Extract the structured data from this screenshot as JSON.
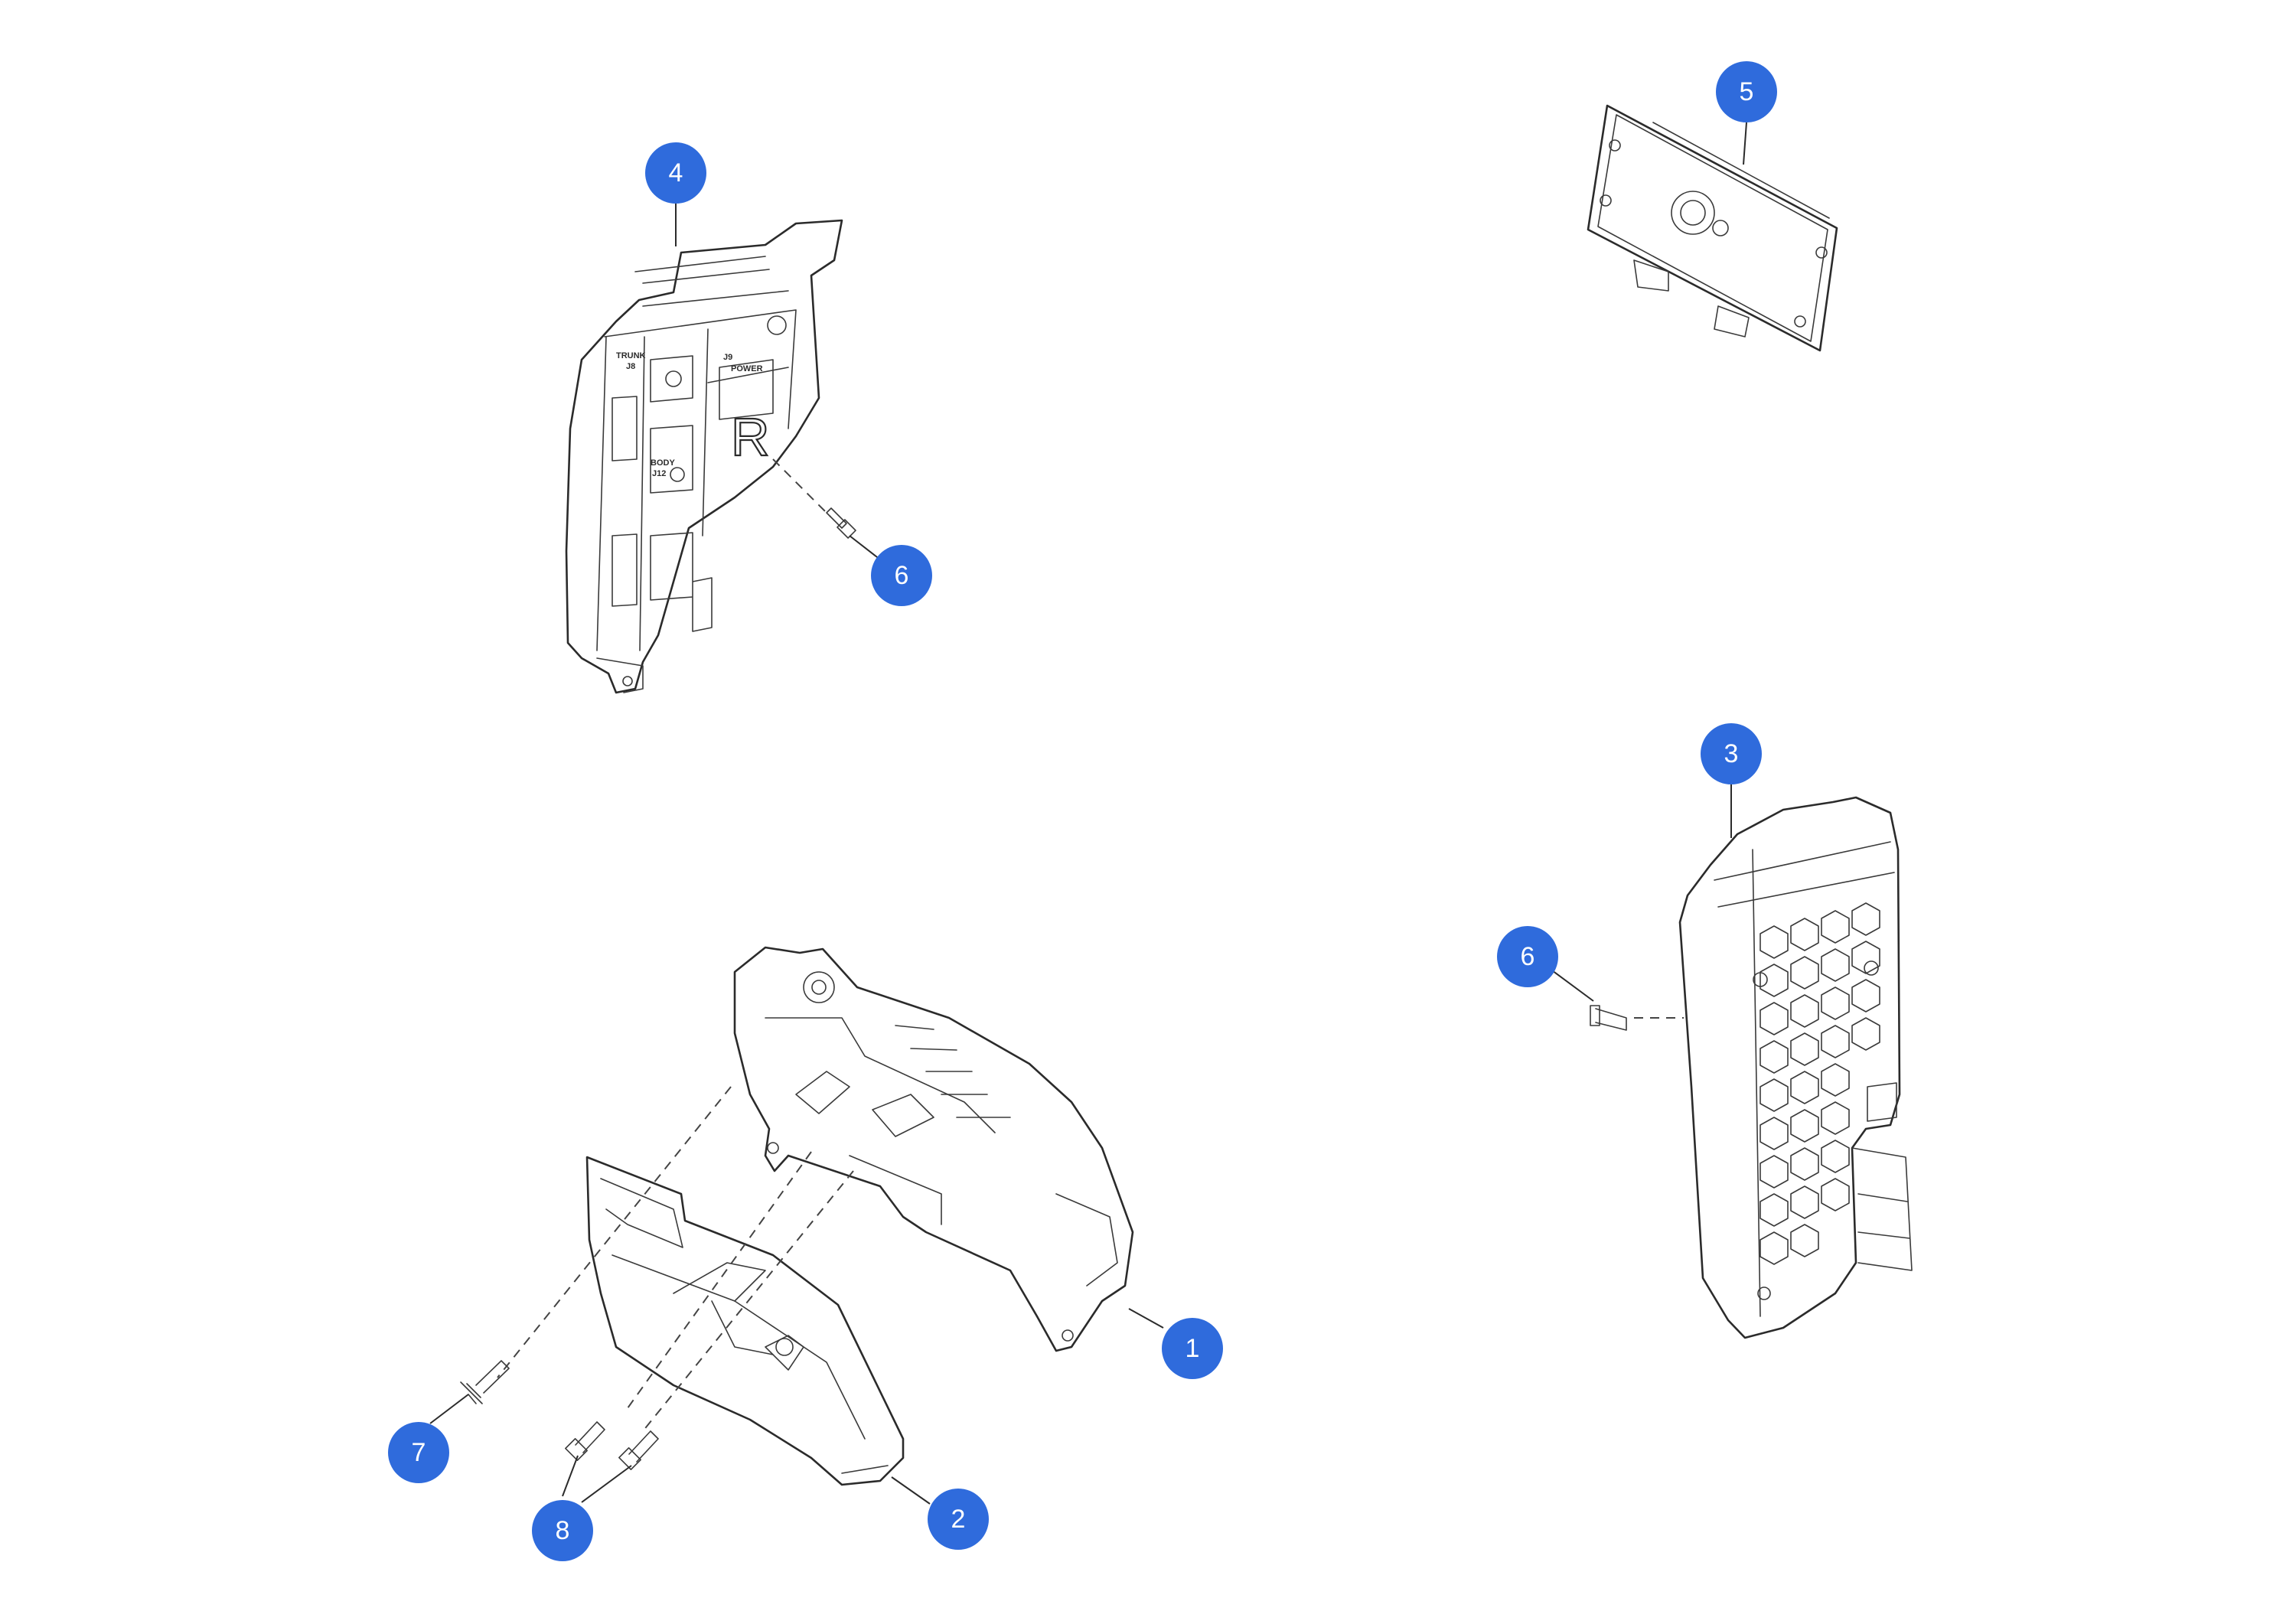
{
  "callouts": [
    {
      "id": "c1",
      "label": "1"
    },
    {
      "id": "c2",
      "label": "2"
    },
    {
      "id": "c3",
      "label": "3"
    },
    {
      "id": "c4",
      "label": "4"
    },
    {
      "id": "c5",
      "label": "5"
    },
    {
      "id": "c6a",
      "label": "6"
    },
    {
      "id": "c6b",
      "label": "6"
    },
    {
      "id": "c7",
      "label": "7"
    },
    {
      "id": "c8",
      "label": "8"
    }
  ],
  "module_labels": {
    "trunk": "TRUNK",
    "j8": "J8",
    "j9": "J9",
    "power": "POWER",
    "body": "BODY",
    "j12": "J12",
    "r": "R"
  },
  "colors": {
    "callout": "#2f6bdc",
    "line": "#2b2b2b"
  }
}
